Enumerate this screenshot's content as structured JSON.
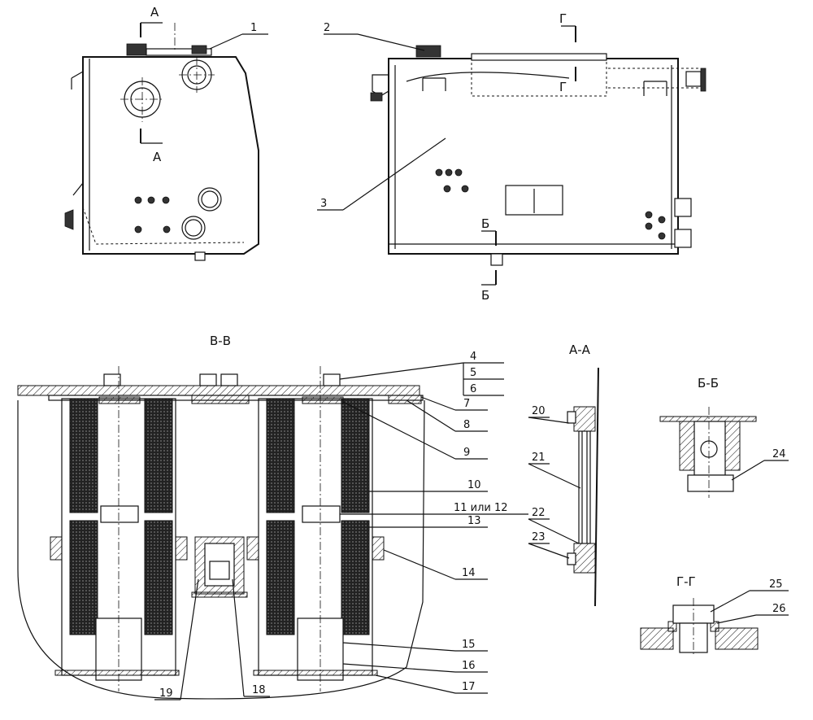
{
  "sections": {
    "a_cut": "А",
    "g_cut": "Г",
    "b_cut": "Б",
    "vv_title": "В-В",
    "aa_title": "А-А",
    "bb_title": "Б-Б",
    "gg_title": "Г-Г"
  },
  "callouts": {
    "n1": "1",
    "n2": "2",
    "n3": "3",
    "n4": "4",
    "n5": "5",
    "n6": "6",
    "n7": "7",
    "n8": "8",
    "n9": "9",
    "n10": "10",
    "n11": "11 или 12",
    "n13": "13",
    "n14": "14",
    "n15": "15",
    "n16": "16",
    "n17": "17",
    "n18": "18",
    "n19": "19",
    "n20": "20",
    "n21": "21",
    "n22": "22",
    "n23": "23",
    "n24": "24",
    "n25": "25",
    "n26": "26"
  }
}
